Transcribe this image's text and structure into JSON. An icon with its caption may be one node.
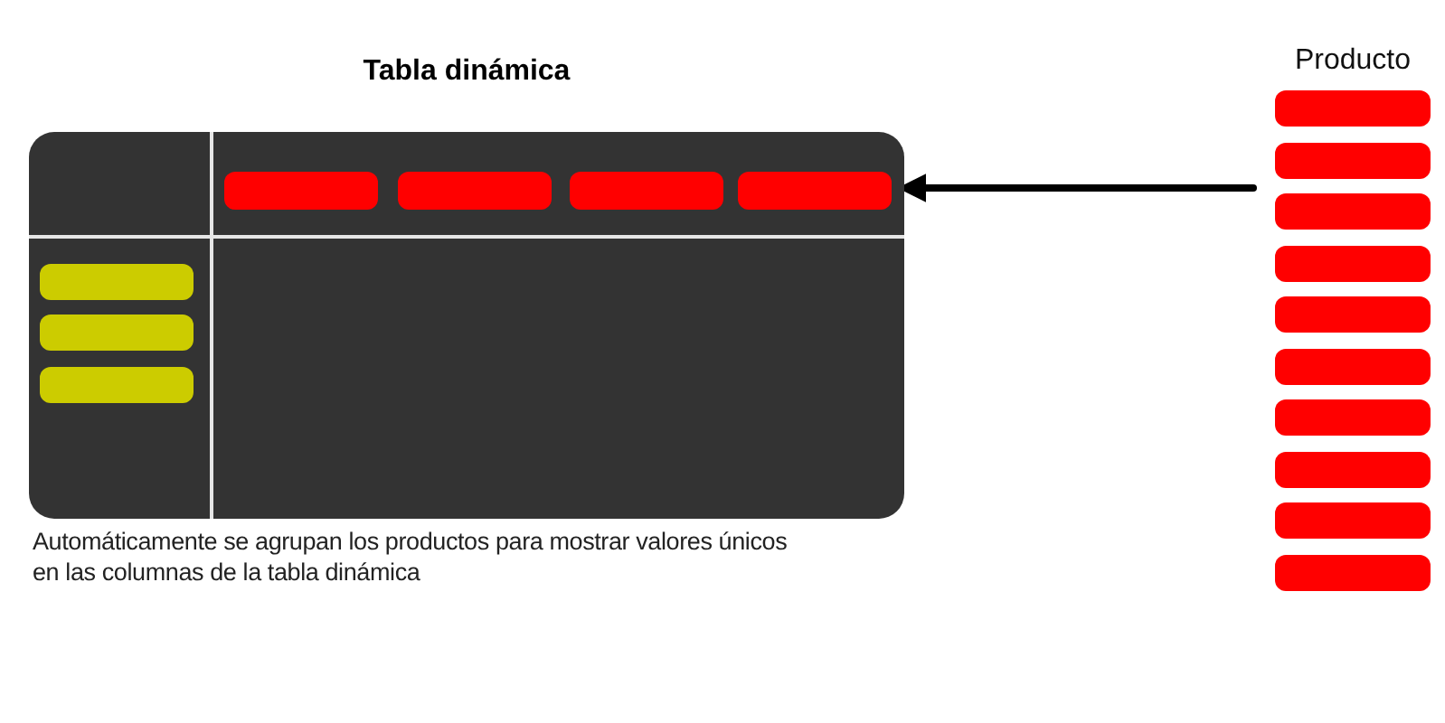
{
  "diagram": {
    "caption": "Automáticamente se agrupan los productos para mostrar valores únicos en las columnas de la tabla dinámica",
    "nodes": [
      {
        "text": [
          "Tabla dinámica"
        ]
      },
      {
        "text": [],
        "shape": "bar",
        "in": 0
      },
      {
        "text": [],
        "shape": "bar",
        "in": 0
      },
      {
        "text": [],
        "shape": "bar",
        "in": 0
      },
      {
        "text": [],
        "shape": "bar",
        "in": 0
      },
      {
        "text": [],
        "shape": "bar",
        "in": 0
      },
      {
        "text": [],
        "shape": "bar",
        "in": 0
      },
      {
        "text": [],
        "shape": "bar",
        "in": 0
      },
      {
        "text": [
          "Producto"
        ]
      },
      {
        "text": [],
        "shape": "bar",
        "in": 8
      },
      {
        "text": [],
        "shape": "bar",
        "in": 8
      },
      {
        "text": [],
        "shape": "bar",
        "in": 8
      },
      {
        "text": [],
        "shape": "bar",
        "in": 8
      },
      {
        "text": [],
        "shape": "bar",
        "in": 8
      },
      {
        "text": [],
        "shape": "bar",
        "in": 8
      },
      {
        "text": [],
        "shape": "bar",
        "in": 8
      },
      {
        "text": [],
        "shape": "bar",
        "in": 8
      },
      {
        "text": [],
        "shape": "bar",
        "in": 8
      },
      {
        "text": [],
        "shape": "bar",
        "in": 8
      }
    ],
    "edges": [
      {
        "from": 8,
        "to": 0,
        "arrow": "to"
      }
    ]
  }
}
